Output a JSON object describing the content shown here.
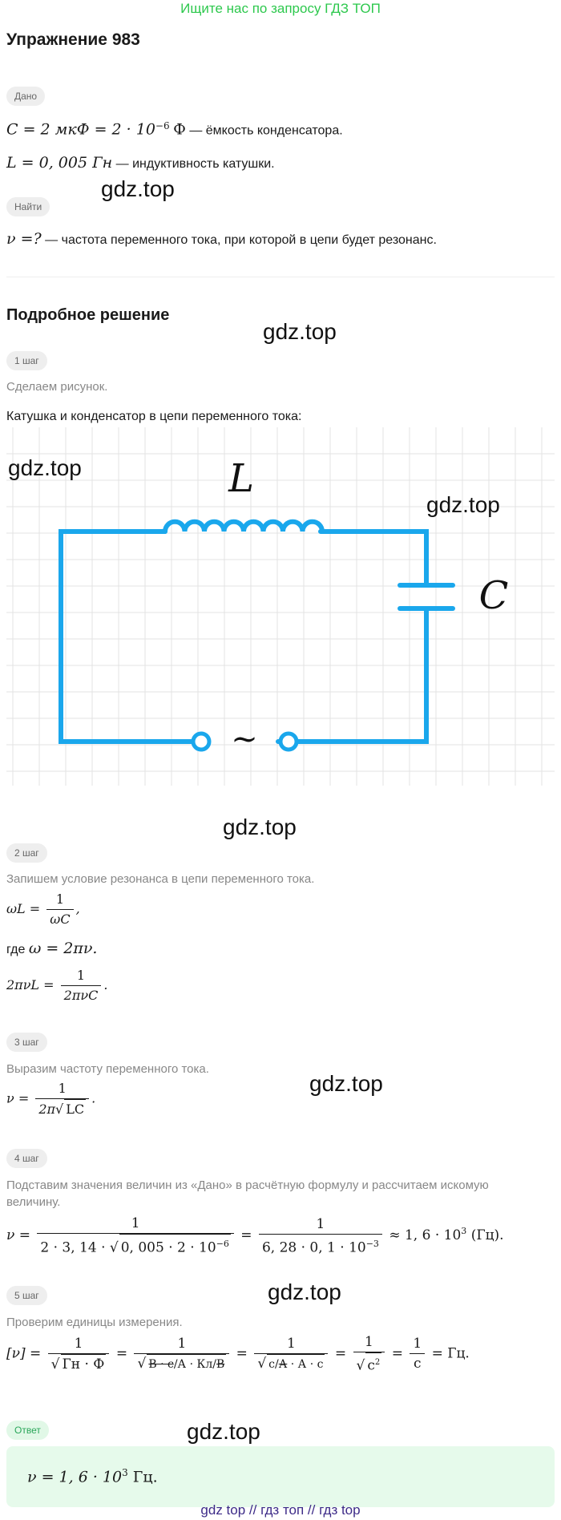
{
  "banner": "Ищите нас по запросу ГДЗ ТОП",
  "exercise_title": "Упражнение 983",
  "given_tag": "Дано",
  "given_c_math": "C = 2 мкФ = 2 · 10",
  "given_c_exp": "−6",
  "given_c_unit": "Ф",
  "given_c_text": "— ёмкость конденсатора.",
  "given_l_math": "L = 0, 005 Гн",
  "given_l_text": "— индуктивность катушки.",
  "find_tag": "Найти",
  "find_math": "ν =?",
  "find_text": "— частота переменного тока, при которой в цепи будет резонанс.",
  "solution_title": "Подробное решение",
  "step1_tag": "1 шаг",
  "step1_text": "Сделаем рисунок.",
  "step1_caption": "Катушка и конденсатор в цепи переменного тока:",
  "circuit_label_l": "L",
  "circuit_label_c": "C",
  "circuit_source": "~",
  "step2_tag": "2 шаг",
  "step2_text": "Запишем условие резонанса в цепи переменного тока.",
  "step2_eq1_lhs": "ωL =",
  "step2_eq1_num": "1",
  "step2_eq1_den": "ωC",
  "step2_where": "где",
  "step2_omega": "ω = 2πν.",
  "step2_eq2_lhs": "2πνL =",
  "step2_eq2_num": "1",
  "step2_eq2_den": "2πνC",
  "step3_tag": "3 шаг",
  "step3_text": "Выразим частоту переменного тока.",
  "step3_lhs": "ν =",
  "step3_num": "1",
  "step3_den_prefix": "2π",
  "step3_den_sqrt": "LC",
  "step4_tag": "4 шаг",
  "step4_text_1": "Подставим значения величин из «Дано» в расчётную формулу и рассчитаем искомую",
  "step4_text_2": "величину.",
  "step4_lhs": "ν =",
  "step4_num1": "1",
  "step4_den1_prefix": "2 · 3, 14 ·",
  "step4_den1_sqrt": "0, 005 · 2 · 10",
  "step4_den1_exp": "−6",
  "step4_num2": "1",
  "step4_den2": "6, 28 · 0, 1 · 10",
  "step4_den2_exp": "−3",
  "step4_result": "≈ 1, 6 · 10",
  "step4_result_exp": "3",
  "step4_unit": "(Гц).",
  "step5_tag": "5 шаг",
  "step5_text": "Проверим единицы измерения.",
  "step5_lhs": "[ν] =",
  "step5_f1_num": "1",
  "step5_f1_den": "Гн · Ф",
  "step5_f2_num": "1",
  "step5_f2_a": "В · с",
  "step5_f2_b": "А",
  "step5_f2_c": "Кл",
  "step5_f2_d": "В",
  "step5_f3_num": "1",
  "step5_f3_a": "с",
  "step5_f3_b": "А",
  "step5_f3_c": "· А · с",
  "step5_f4_num": "1",
  "step5_f4_den": "с",
  "step5_f4_exp": "2",
  "step5_f5_num": "1",
  "step5_f5_den": "с",
  "step5_result": "= Гц.",
  "answer_tag": "Ответ",
  "answer_math": "ν = 1, 6 · 10",
  "answer_exp": "3",
  "answer_unit": "Гц.",
  "watermark": "gdz.top",
  "footer": "gdz top  //  гдз топ  //  гдз top",
  "colors": {
    "banner": "#2dc84d",
    "circuit": "#1aa7ec",
    "grid": "#e3e3e3",
    "answer_bg": "#e6faeb",
    "footer": "#3d2b88"
  }
}
